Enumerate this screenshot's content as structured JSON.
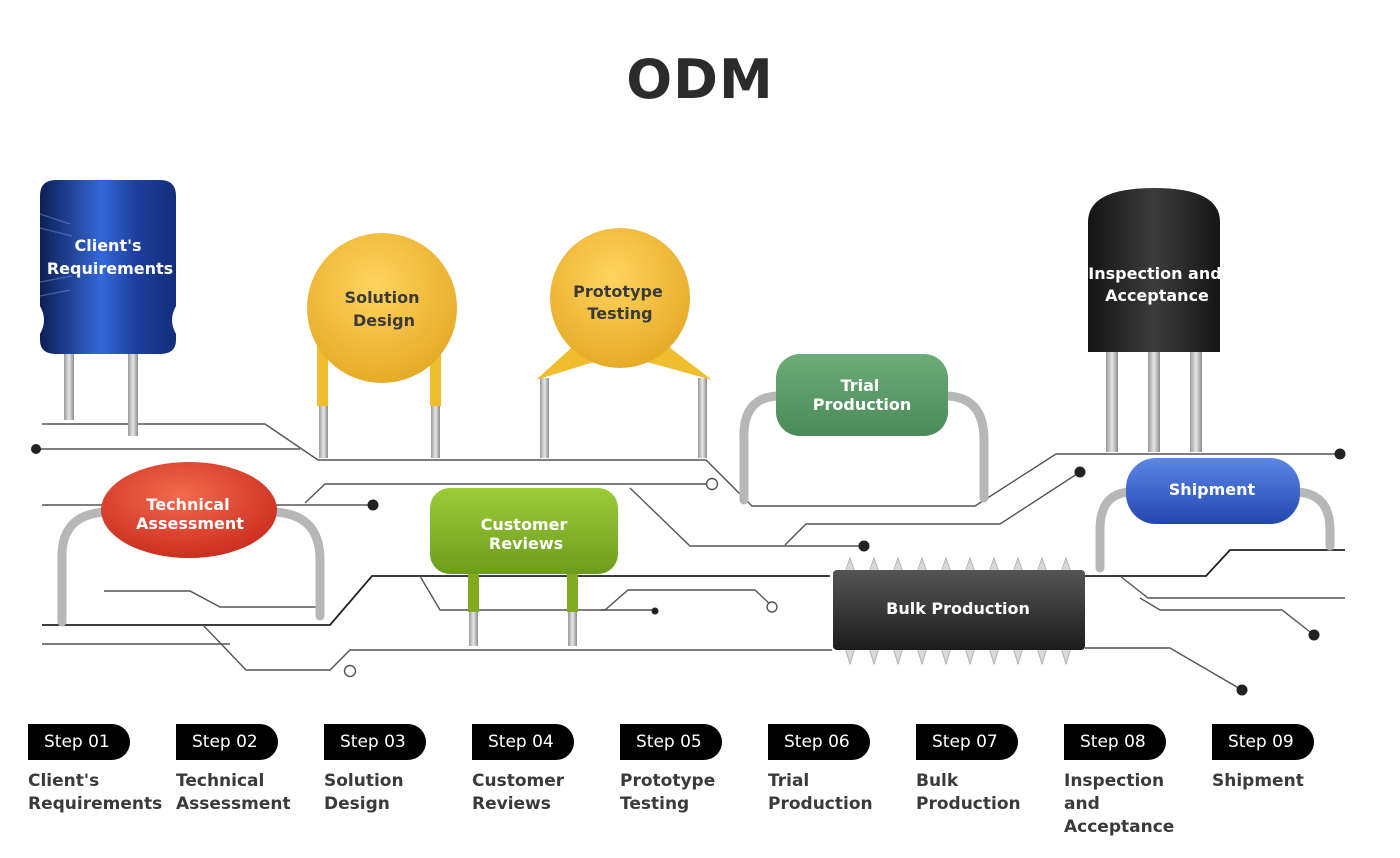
{
  "title": "ODM",
  "components": {
    "c1": [
      "Client's",
      "Requirements"
    ],
    "c2": [
      "Technical",
      "Assessment"
    ],
    "c3": [
      "Solution",
      "Design"
    ],
    "c4": [
      "Customer",
      "Reviews"
    ],
    "c5": [
      "Prototype",
      "Testing"
    ],
    "c6": [
      "Trial",
      "Production"
    ],
    "c7": [
      "Bulk Production"
    ],
    "c8": [
      "Inspection and",
      "Acceptance"
    ],
    "c9": [
      "Shipment"
    ]
  },
  "steps": [
    {
      "badge": "Step 01",
      "name": [
        "Client's",
        "Requirements"
      ]
    },
    {
      "badge": "Step 02",
      "name": [
        "Technical",
        "Assessment"
      ]
    },
    {
      "badge": "Step 03",
      "name": [
        "Solution",
        "Design"
      ]
    },
    {
      "badge": "Step 04",
      "name": [
        "Customer",
        "Reviews"
      ]
    },
    {
      "badge": "Step 05",
      "name": [
        "Prototype",
        "Testing"
      ]
    },
    {
      "badge": "Step 06",
      "name": [
        "Trial",
        "Production"
      ]
    },
    {
      "badge": "Step 07",
      "name": [
        "Bulk",
        "Production"
      ]
    },
    {
      "badge": "Step 08",
      "name": [
        "Inspection",
        "and",
        "Acceptance"
      ]
    },
    {
      "badge": "Step 09",
      "name": [
        "Shipment"
      ]
    }
  ],
  "colors": {
    "inductor": "#2446a8",
    "technical": "#e0402a",
    "yellow": "#f2c039",
    "green_light": "#86b32a",
    "green_dark": "#5f9a6a",
    "chip": "#2e2e2e",
    "transistor": "#2a2a2a",
    "shipment": "#2d55c4"
  }
}
